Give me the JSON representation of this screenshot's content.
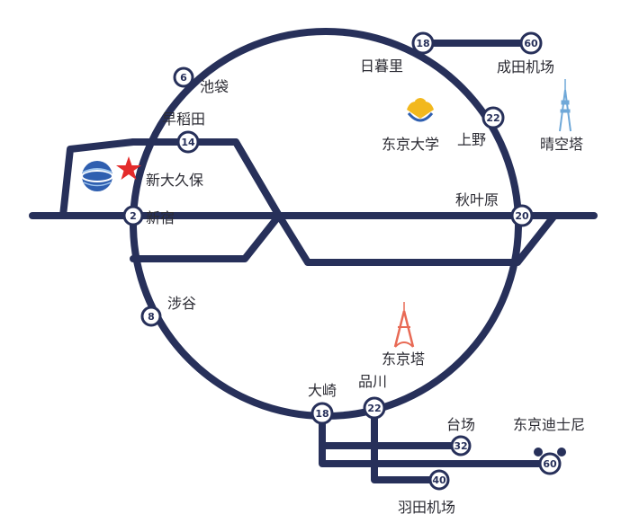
{
  "map": {
    "colors": {
      "line": "#27305a",
      "star": "#e42b2b",
      "tower_tokyo": "#e86a55",
      "tower_sky": "#6fa8d8",
      "utokyo_logo": "#f2b81d"
    },
    "stations": {
      "ikebukuro": "池袋",
      "waseda": "早稻田",
      "shinokubo": "新大久保",
      "shinjuku": "新宿",
      "shibuya": "涉谷",
      "osaki": "大崎",
      "shinagawa": "品川",
      "akihabara": "秋叶原",
      "ueno": "上野",
      "nippori": "日暮里",
      "narita": "成田机场",
      "haneda": "羽田机场",
      "odaiba": "台场",
      "disney": "东京迪士尼"
    },
    "landmarks": {
      "utokyo": "东京大学",
      "skytree": "晴空塔",
      "tokyo_tower": "东京塔"
    },
    "markers": {
      "m6": "6",
      "m14": "14",
      "m2": "2",
      "m8": "8",
      "m18_top": "18",
      "m60_top": "60",
      "m22_top": "22",
      "m20": "20",
      "m18_bottom": "18",
      "m22_bottom": "22",
      "m32": "32",
      "m40": "40",
      "m60_bottom": "60"
    },
    "icons": {
      "logo": "company-globe-logo",
      "star": "star-icon",
      "skytree": "skytree-icon",
      "tokyo_tower": "tokyo-tower-icon",
      "utokyo": "ginkgo-logo-icon",
      "disney": "mickey-ears-icon"
    }
  }
}
